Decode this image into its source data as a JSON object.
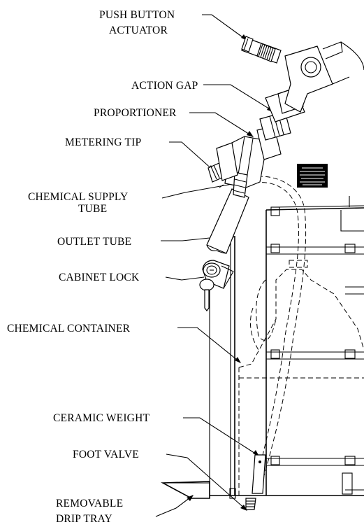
{
  "labels": {
    "push_button_actuator_1": "PUSH BUTTON",
    "push_button_actuator_2": "ACTUATOR",
    "action_gap": "ACTION GAP",
    "proportioner": "PROPORTIONER",
    "metering_tip": "METERING TIP",
    "chemical_supply_tube_1": "CHEMICAL SUPPLY",
    "chemical_supply_tube_2": "TUBE",
    "outlet_tube": "OUTLET TUBE",
    "cabinet_lock": "CABINET LOCK",
    "chemical_container": "CHEMICAL CONTAINER",
    "ceramic_weight": "CERAMIC WEIGHT",
    "foot_valve": "FOOT VALVE",
    "removable_drip_tray_1": "REMOVABLE",
    "removable_drip_tray_2": "DRIP TRAY"
  }
}
